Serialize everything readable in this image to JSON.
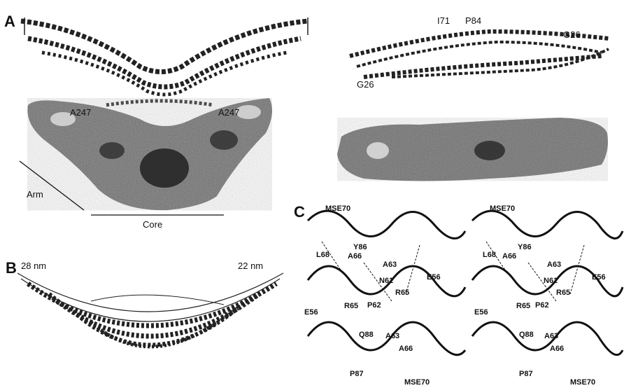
{
  "panels": {
    "a": {
      "letter": "A",
      "labels": {
        "a247_left": "A247",
        "a247_right": "A247",
        "i71": "I71",
        "p84": "P84",
        "g26_right": "G26",
        "g26_left": "G26",
        "arm": "Arm",
        "core": "Core"
      }
    },
    "b": {
      "letter": "B",
      "labels": {
        "left_dim": "28 nm",
        "right_dim": "22 nm"
      }
    },
    "c": {
      "letter": "C",
      "left": {
        "mse70_top": "MSE70",
        "l68": "L68",
        "y86": "Y86",
        "a66_top": "A66",
        "a63_top": "A63",
        "n61": "N61",
        "e56_right": "E56",
        "r65_right": "R65",
        "e56_left": "E56",
        "r65_left": "R65",
        "p62": "P62",
        "q88": "Q88",
        "a63_bottom": "A63",
        "a66_bottom": "A66",
        "p87": "P87",
        "mse70_bottom": "MSE70"
      },
      "right": {
        "mse70_top": "MSE70",
        "l68": "L68",
        "y86": "Y86",
        "a66_top": "A66",
        "a63_top": "A63",
        "n61": "N61",
        "e56_right": "E56",
        "r65_right": "R65",
        "e56_left": "E56",
        "r65_left": "R65",
        "p62": "P62",
        "q88": "Q88",
        "a63_bottom": "A63",
        "a66_bottom": "A66",
        "p87": "P87",
        "mse70_bottom": "MSE70"
      }
    }
  }
}
